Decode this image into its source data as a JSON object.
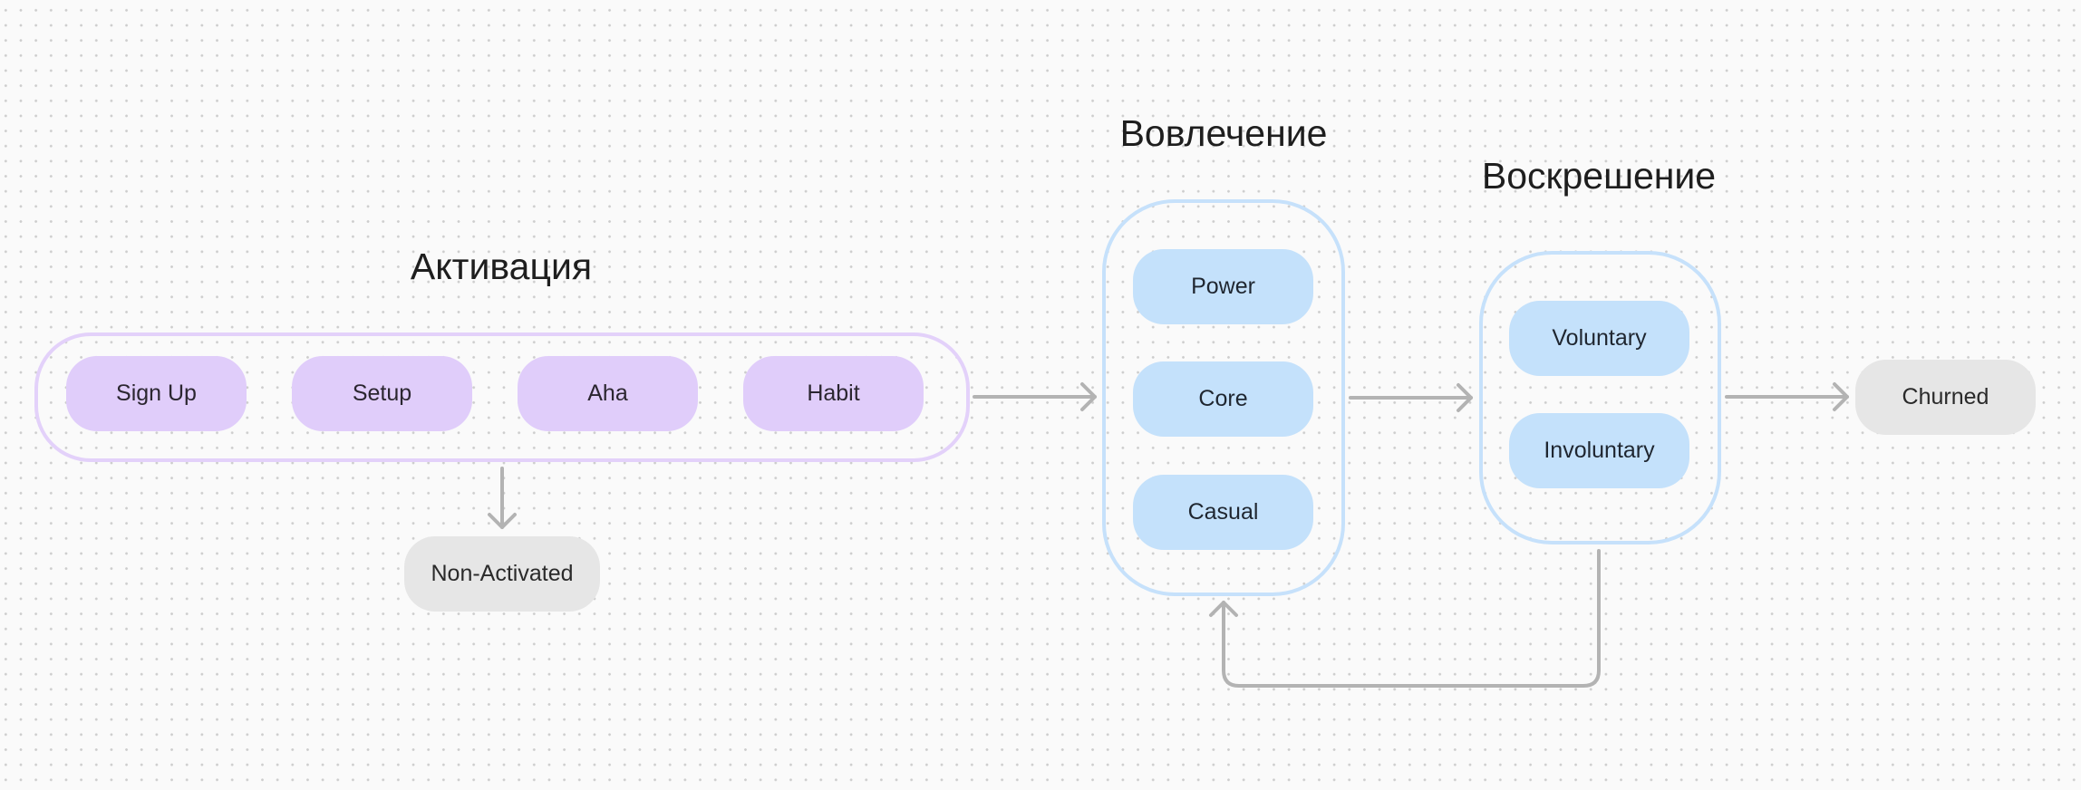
{
  "stages": {
    "activation": {
      "title": "Активация",
      "nodes": [
        "Sign Up",
        "Setup",
        "Aha",
        "Habit"
      ]
    },
    "engagement": {
      "title": "Вовлечение",
      "nodes": [
        "Power",
        "Core",
        "Casual"
      ]
    },
    "resurrection": {
      "title": "Воскрешение",
      "nodes": [
        "Voluntary",
        "Involuntary"
      ]
    }
  },
  "outcomes": {
    "non_activated": "Non-Activated",
    "churned": "Churned"
  },
  "edges": [
    {
      "from": "Активация",
      "to": "Вовлечение"
    },
    {
      "from": "Активация",
      "to": "Non-Activated"
    },
    {
      "from": "Вовлечение",
      "to": "Воскрешение"
    },
    {
      "from": "Воскрешение",
      "to": "Churned"
    },
    {
      "from": "Воскрешение",
      "to": "Вовлечение"
    }
  ],
  "colors": {
    "activation_fill": "#e0cdfa",
    "activation_border": "#e3d1fa",
    "engagement_fill": "#c4e1fb",
    "engagement_border": "#c6e1fb",
    "outcome_fill": "#e6e6e6",
    "arrow": "#b3b3b3",
    "background": "#fafafa"
  }
}
